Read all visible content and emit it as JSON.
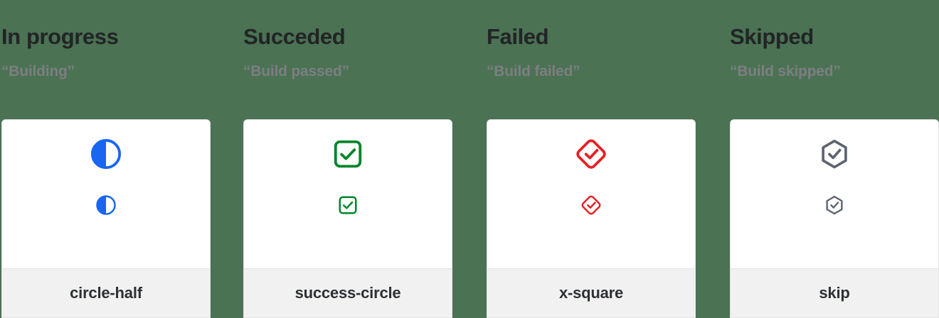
{
  "page": {
    "background_color": "#4a7253",
    "card_background": "#ffffff",
    "card_footer_background": "#f1f1f1",
    "title_color": "#222426",
    "subtitle_color": "#7e7e82"
  },
  "columns": [
    {
      "title": "In progress",
      "subtitle": "“Building”",
      "icon_name": "circle-half",
      "icon_label": "circle-half",
      "icon_color": "#1a66f0"
    },
    {
      "title": "Succeded",
      "subtitle": "“Build passed”",
      "icon_name": "success-circle",
      "icon_label": "success-circle",
      "icon_color": "#00852b"
    },
    {
      "title": "Failed",
      "subtitle": "“Build failed”",
      "icon_name": "x-square",
      "icon_label": "x-square",
      "icon_color": "#e32227"
    },
    {
      "title": "Skipped",
      "subtitle": "“Build skipped”",
      "icon_name": "skip",
      "icon_label": "skip",
      "icon_color": "#5c6370"
    }
  ]
}
